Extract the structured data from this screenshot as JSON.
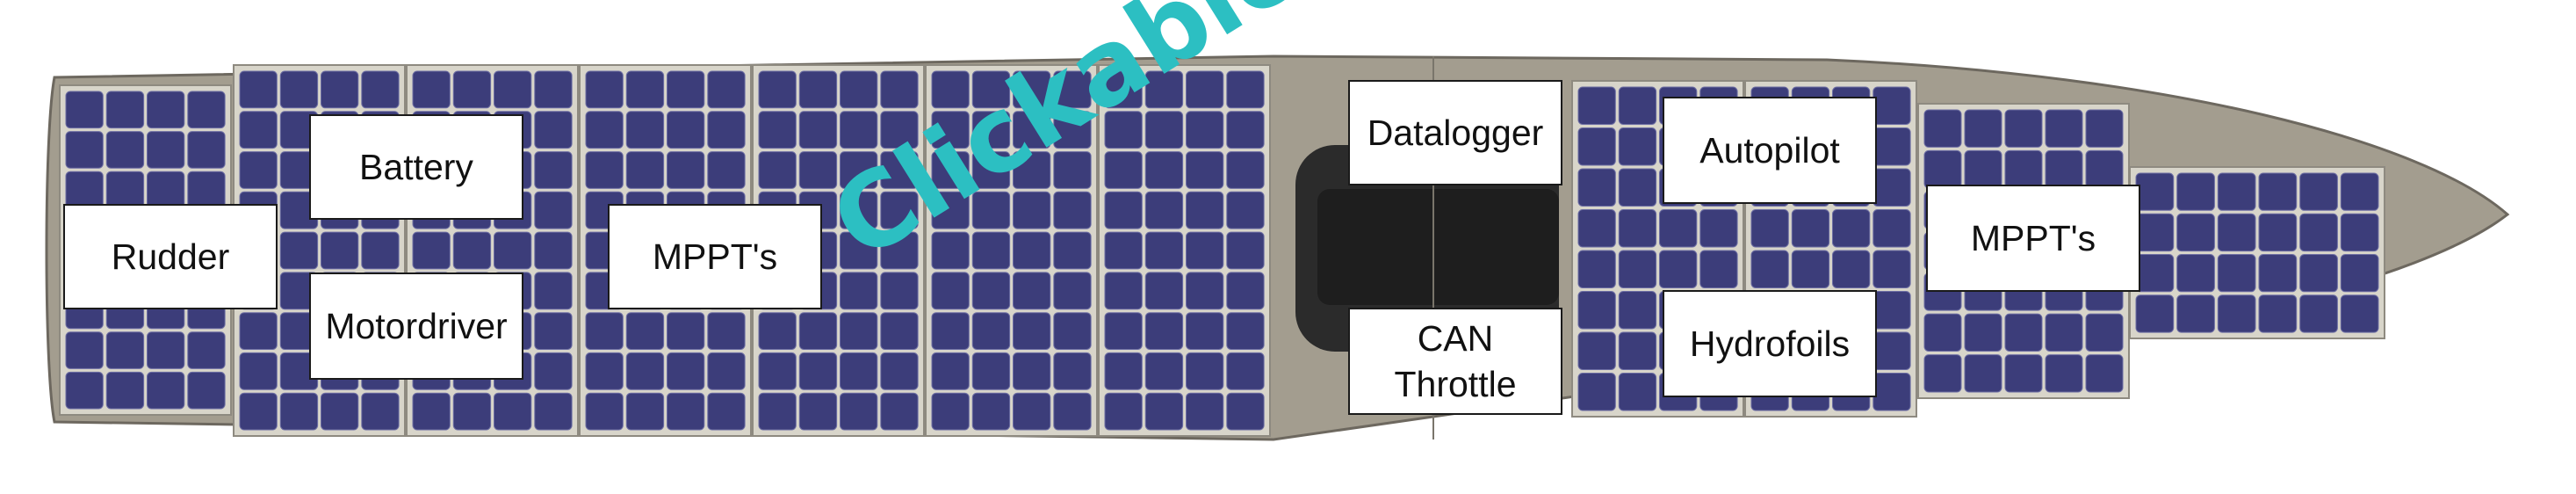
{
  "colors": {
    "hull": "#a39d8f",
    "hull_edge": "#6d685f",
    "panel_frame": "#d8d5ca",
    "cell": "#3c3d7a",
    "cell_edge": "#6c6da3",
    "cockpit": "#2b2b2b",
    "watermark": "#2cbfc2"
  },
  "labels": {
    "rudder": "Rudder",
    "battery": "Battery",
    "motordriver": "Motordriver",
    "mppt_left": "MPPT's",
    "datalogger": "Datalogger",
    "can_throttle": "CAN\nThrottle",
    "autopilot": "Autopilot",
    "hydrofoils": "Hydrofoils",
    "mppt_right": "MPPT's"
  },
  "watermark": "Clickable"
}
